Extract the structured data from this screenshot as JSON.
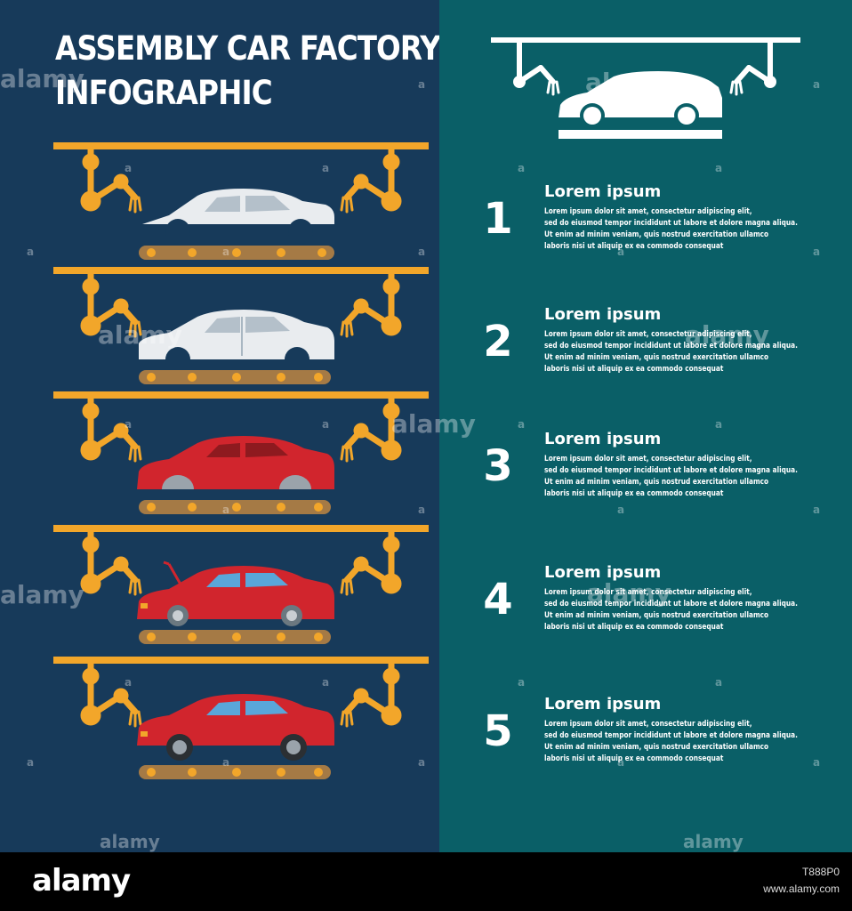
{
  "title": {
    "line1": "ASSEMBLY CAR FACTORY",
    "line2": "INFOGRAPHIC"
  },
  "colors": {
    "left_panel": "#173a5a",
    "right_panel": "#0a5f67",
    "rail": "#f2a62a",
    "conveyor": "#a57a45",
    "car_red": "#d1252d",
    "car_white": "#e9ecef",
    "glass": "#5aa6d9"
  },
  "stages": [
    {
      "car_color": "white",
      "state": "body-shell"
    },
    {
      "car_color": "white",
      "state": "body-with-doors"
    },
    {
      "car_color": "red",
      "state": "painted"
    },
    {
      "car_color": "red",
      "state": "glass-and-hood"
    },
    {
      "car_color": "red",
      "state": "complete-with-wheels"
    }
  ],
  "steps": [
    {
      "number": "1",
      "title": "Lorem ipsum",
      "body": [
        "Lorem ipsum dolor sit amet, consectetur adipiscing elit,",
        "sed do eiusmod tempor incididunt ut labore et dolore magna aliqua.",
        "Ut enim ad minim veniam, quis nostrud exercitation ullamco",
        "laboris nisi ut aliquip ex ea commodo consequat"
      ]
    },
    {
      "number": "2",
      "title": "Lorem ipsum",
      "body": [
        "Lorem ipsum dolor sit amet, consectetur adipiscing elit,",
        "sed do eiusmod tempor incididunt ut labore et dolore magna aliqua.",
        "Ut enim ad minim veniam, quis nostrud exercitation ullamco",
        "laboris nisi ut aliquip ex ea commodo consequat"
      ]
    },
    {
      "number": "3",
      "title": "Lorem ipsum",
      "body": [
        "Lorem ipsum dolor sit amet, consectetur adipiscing elit,",
        "sed do eiusmod tempor incididunt ut labore et dolore magna aliqua.",
        "Ut enim ad minim veniam, quis nostrud exercitation ullamco",
        "laboris nisi ut aliquip ex ea commodo consequat"
      ]
    },
    {
      "number": "4",
      "title": "Lorem ipsum",
      "body": [
        "Lorem ipsum dolor sit amet, consectetur adipiscing elit,",
        "sed do eiusmod tempor incididunt ut labore et dolore magna aliqua.",
        "Ut enim ad minim veniam, quis nostrud exercitation ullamco",
        "laboris nisi ut aliquip ex ea commodo consequat"
      ]
    },
    {
      "number": "5",
      "title": "Lorem ipsum",
      "body": [
        "Lorem ipsum dolor sit amet, consectetur adipiscing elit,",
        "sed do eiusmod tempor incididunt ut labore et dolore magna aliqua.",
        "Ut enim ad minim veniam, quis nostrud exercitation ullamco",
        "laboris nisi ut aliquip ex ea commodo consequat"
      ]
    }
  ],
  "watermark": {
    "text": "alamy",
    "letter": "a"
  },
  "footer": {
    "logo": "alamy",
    "image_id": "T888P0",
    "url": "www.alamy.com"
  }
}
